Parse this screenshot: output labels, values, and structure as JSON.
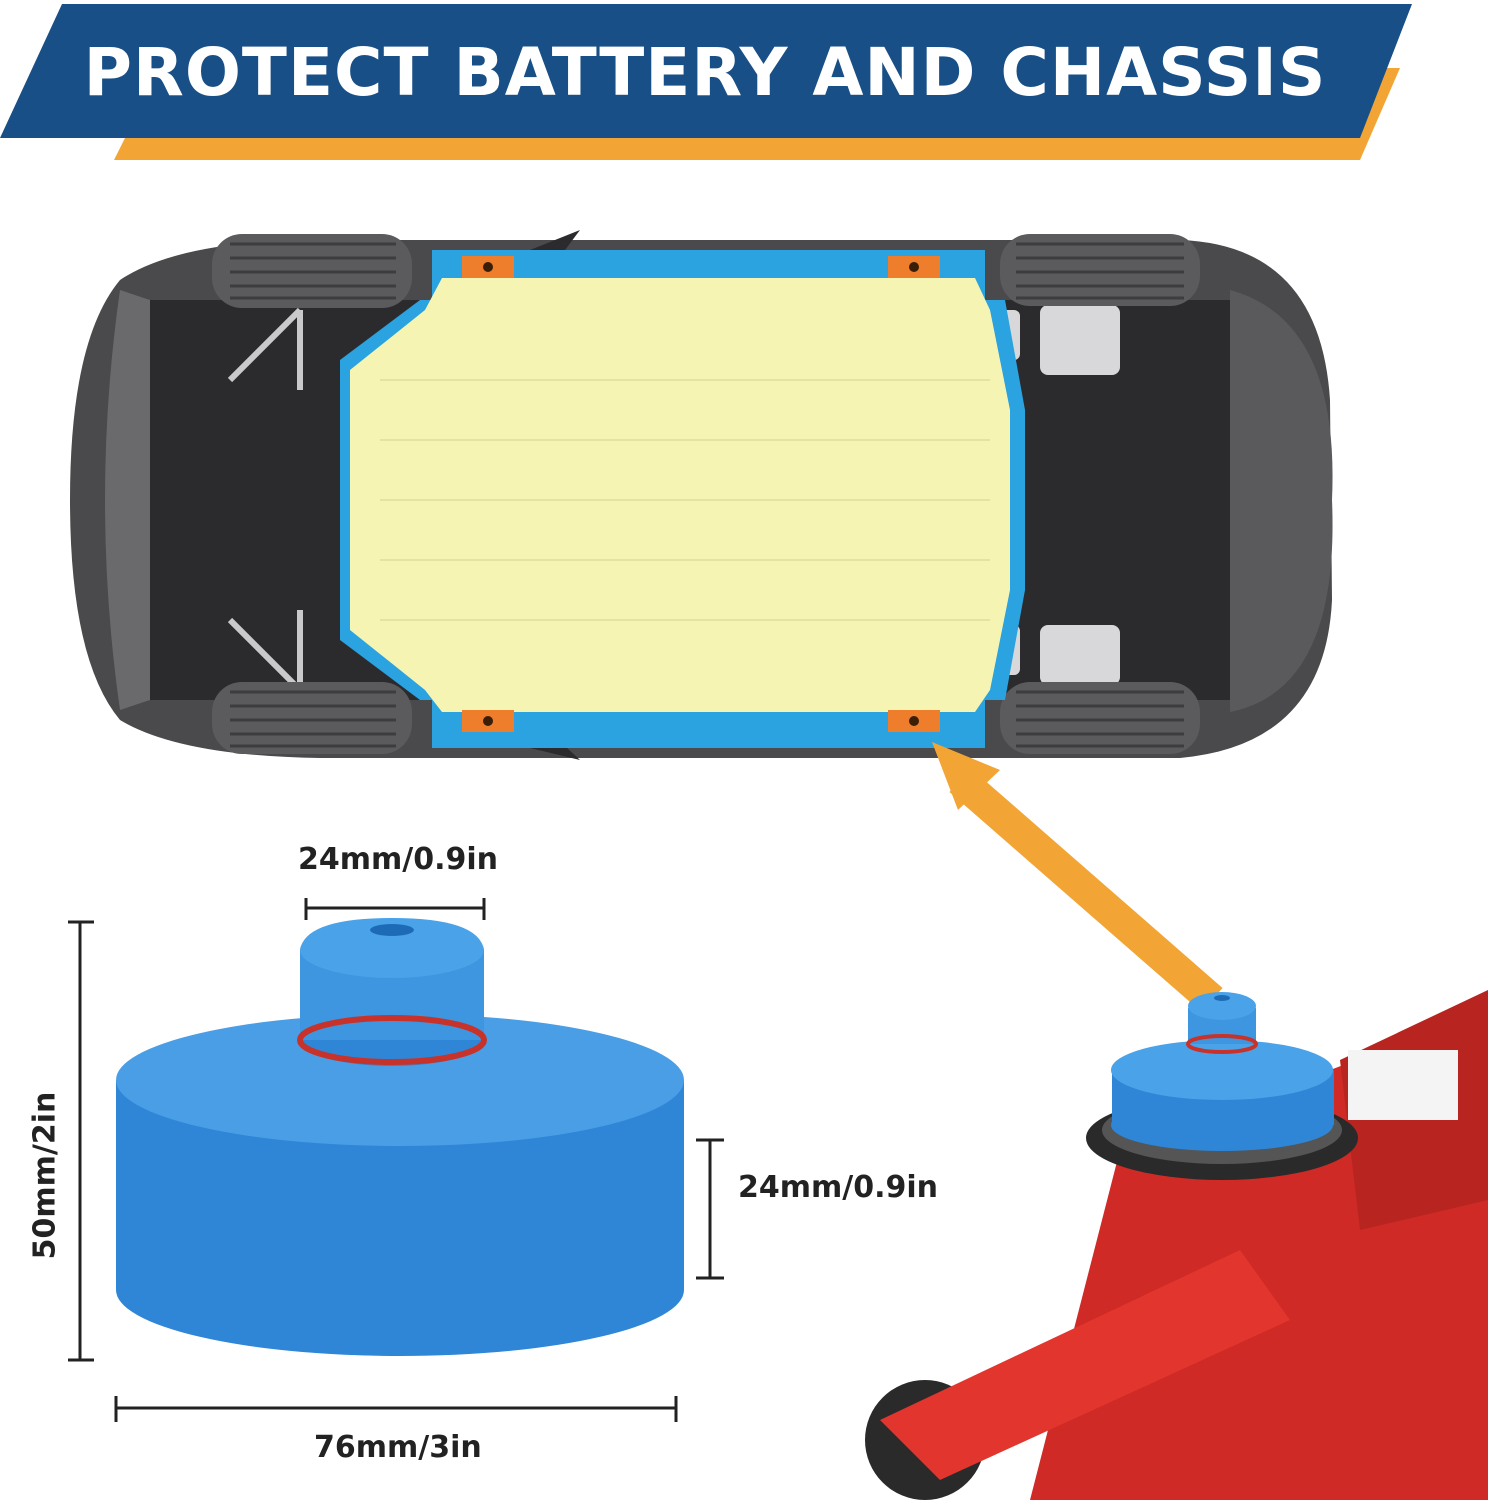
{
  "banner": {
    "title": "PROTECT BATTERY AND CHASSIS",
    "primary_color": "#184f86",
    "accent_color": "#f2a535"
  },
  "dimensions": {
    "top_diameter": "24mm/0.9in",
    "base_height": "24mm/0.9in",
    "total_height": "50mm/2in",
    "base_diameter": "76mm/3in"
  },
  "colors": {
    "battery_pack": "#f6f4b3",
    "battery_border": "#2aa3e0",
    "jack_point": "#ee7d2c",
    "pad": "#2f86d6",
    "jack": "#cf2a25",
    "arrow": "#f2a535"
  },
  "icons": [
    "car-underside-illustration",
    "jack-pad-image",
    "floor-jack-image",
    "pointer-arrow-icon"
  ]
}
